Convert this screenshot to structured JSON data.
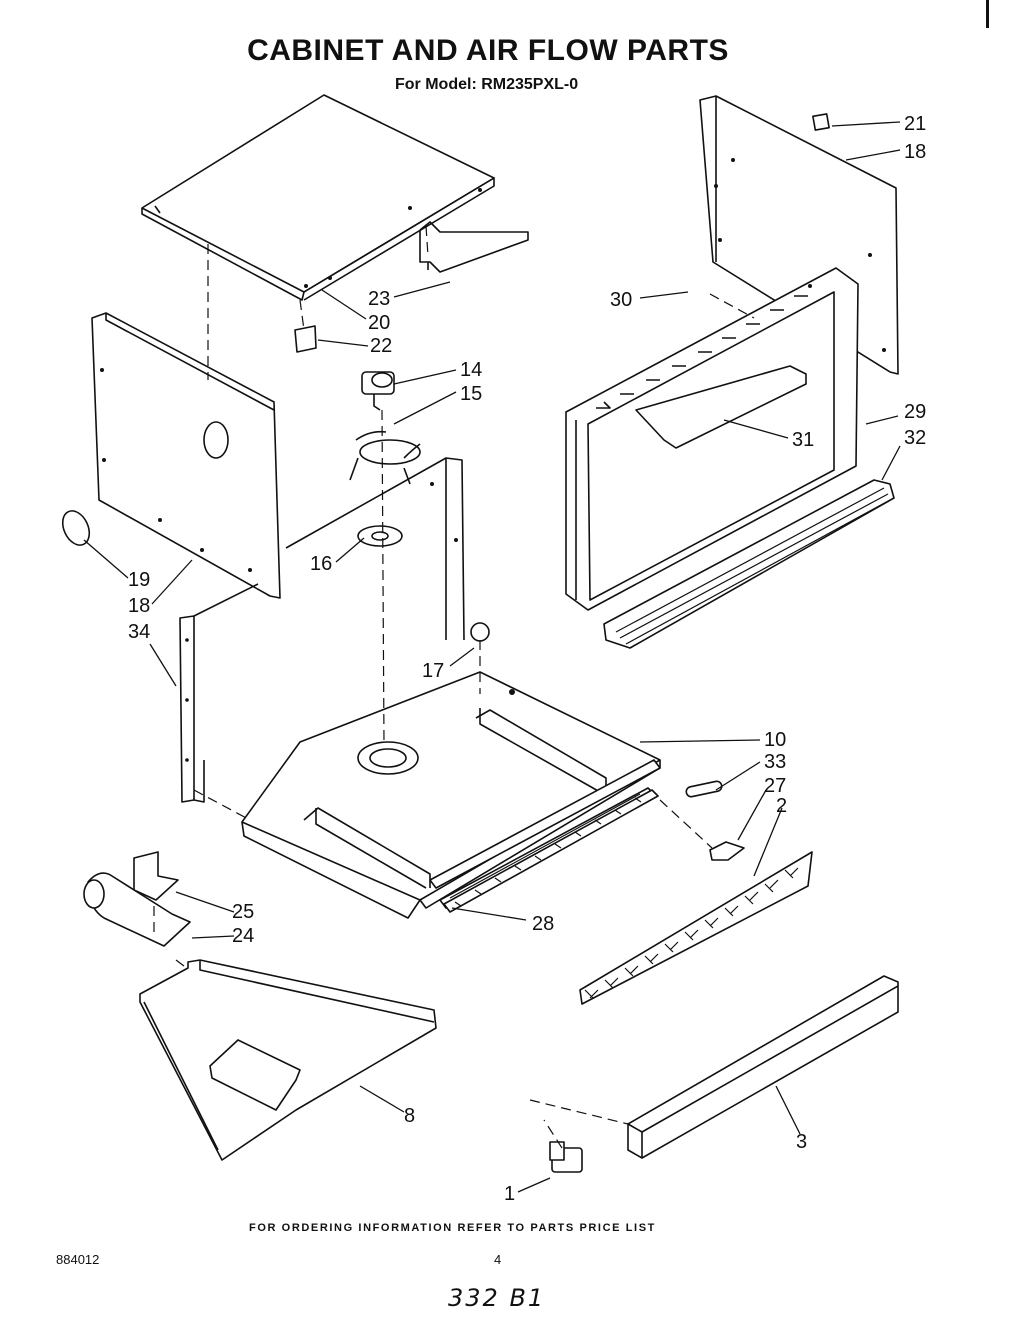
{
  "header": {
    "title": "CABINET AND AIR FLOW PARTS",
    "model_line": "For Model: RM235PXL-0"
  },
  "diagram": {
    "callouts": [
      "1",
      "2",
      "3",
      "8",
      "10",
      "14",
      "15",
      "16",
      "17",
      "18",
      "18",
      "19",
      "20",
      "21",
      "22",
      "23",
      "24",
      "25",
      "27",
      "28",
      "29",
      "30",
      "31",
      "32",
      "33",
      "34"
    ]
  },
  "footer": {
    "ordering_note": "FOR ORDERING INFORMATION REFER TO PARTS PRICE LIST",
    "doc_number": "884012",
    "page_number": "4",
    "handwritten_note": "332 B1"
  }
}
